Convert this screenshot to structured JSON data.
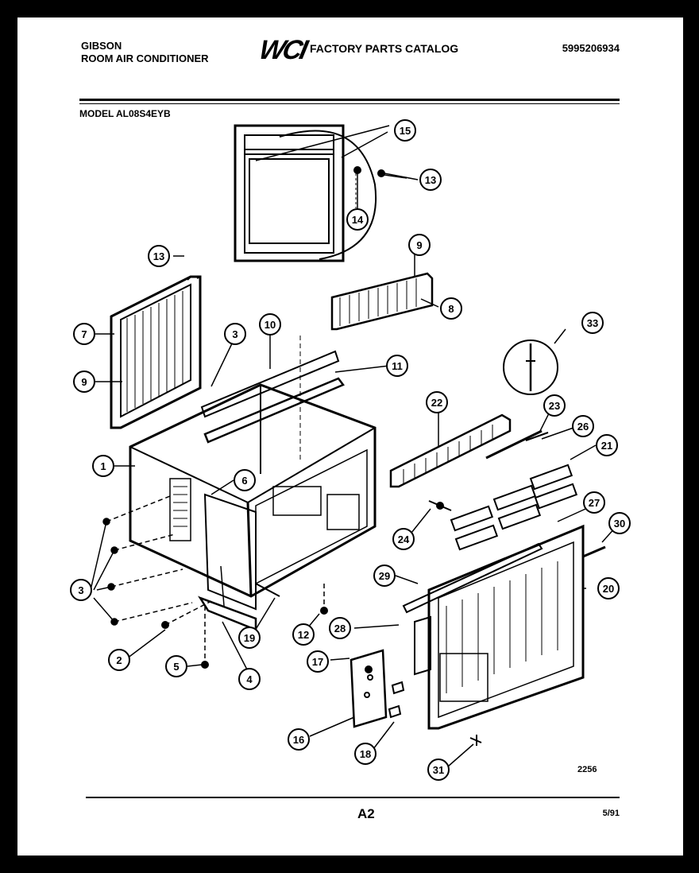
{
  "header": {
    "brand": "GIBSON",
    "product": "ROOM AIR CONDITIONER",
    "logo": "WCI",
    "catalog_title": "FACTORY PARTS CATALOG",
    "catalog_number": "5995206934",
    "model": "MODEL AL08S4EYB"
  },
  "footer": {
    "page_code": "A2",
    "date_code": "5/91",
    "drawing_number": "2256"
  },
  "callouts": [
    "15",
    "13",
    "14",
    "9",
    "8",
    "13",
    "7",
    "9",
    "3",
    "10",
    "11",
    "33",
    "22",
    "23",
    "26",
    "21",
    "1",
    "6",
    "24",
    "27",
    "30",
    "3",
    "29",
    "20",
    "12",
    "19",
    "28",
    "2",
    "17",
    "5",
    "4",
    "16",
    "18",
    "31"
  ]
}
